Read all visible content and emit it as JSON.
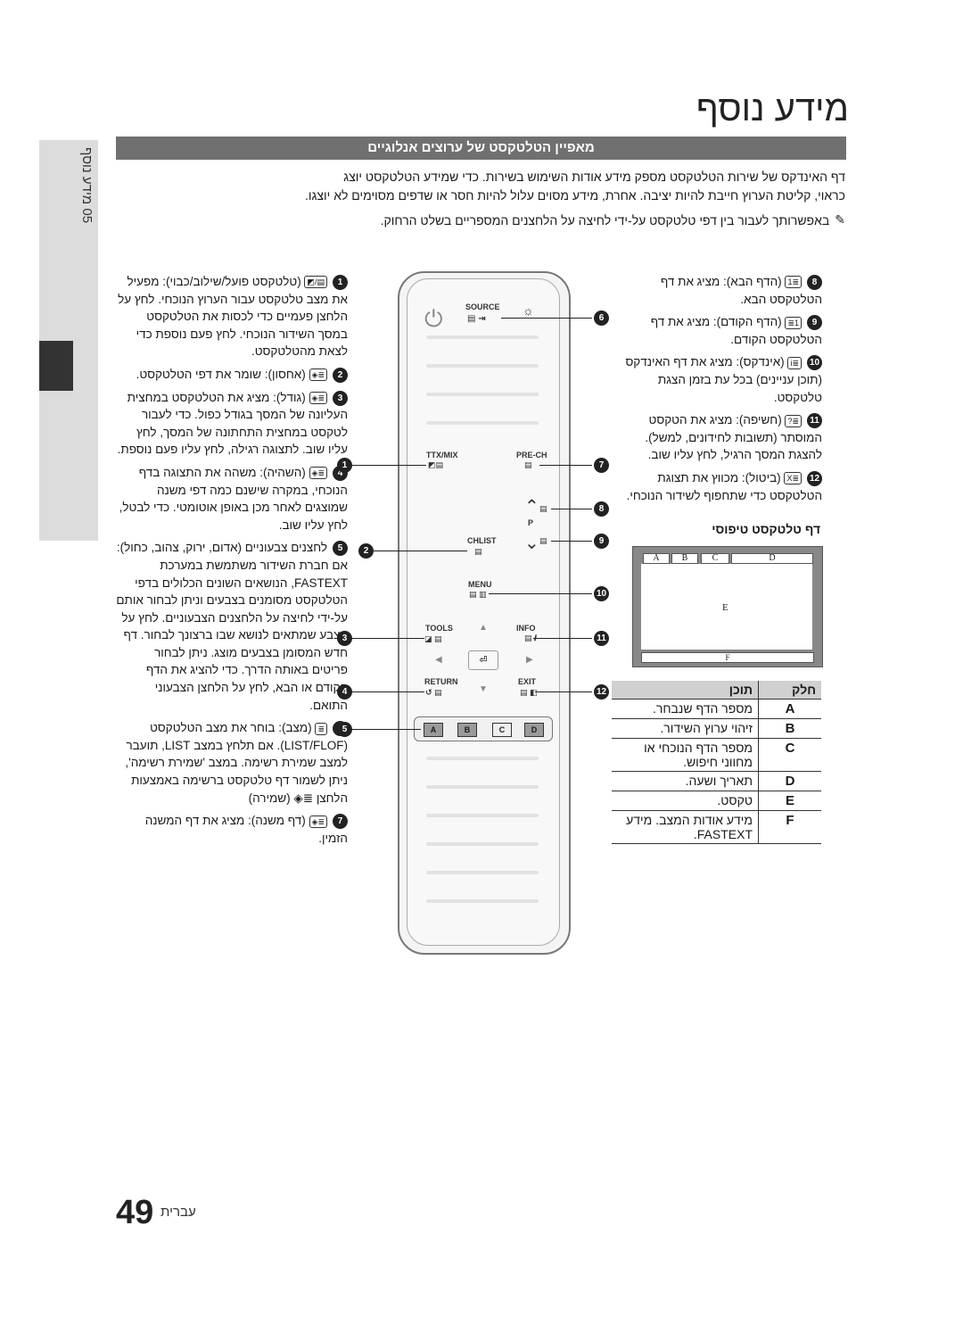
{
  "page": {
    "title": "מידע נוסף",
    "section_bar": "מאפיין הטלטקסט של ערוצים אנלוגיים",
    "intro_line1": "דף האינדקס של שירות הטלטקסט מספק מידע אודות השימוש בשירות. כדי שמידע הטלטקסט יוצג",
    "intro_line2": "כראוי, קליטת הערוץ חייבת להיות יציבה. אחרת, מידע מסוים עלול להיות חסר או שדפים מסוימים לא יוצגו.",
    "note": "באפשרותך לעבור בין דפי טלטקסט על-ידי לחיצה על הלחצנים המספריים בשלט הרחוק.",
    "side_tab_label": "05 מידע נוסף",
    "page_number": "49",
    "page_label": "עברית"
  },
  "left_items": [
    {
      "n": "1",
      "icon": "▤/◩",
      "text": "(טלטקסט פועל/שילוב/כבוי): מפעיל את מצב טלטקסט עבור הערוץ הנוכחי. לחץ על הלחצן פעמיים כדי לכסות את הטלטקסט במסך השידור הנוכחי. לחץ פעם נוספת כדי לצאת מהטלטקסט."
    },
    {
      "n": "2",
      "icon": "≣◈",
      "text": "(אחסון): שומר את דפי הטלטקסט."
    },
    {
      "n": "3",
      "icon": "≣◈",
      "text": "(גודל): מציג את הטלטקסט במחצית העליונה של המסך בגודל כפול. כדי לעבור לטקסט במחצית התחתונה של המסך, לחץ עליו שוב. לתצוגה רגילה, לחץ עליו פעם נוספת."
    },
    {
      "n": "4",
      "icon": "≣◈",
      "text": "(השהיה): משהה את התצוגה בדף הנוכחי, במקרה שישנם כמה דפי משנה שמוצגים לאחר מכן באופן אוטומטי. כדי לבטל, לחץ עליו שוב."
    },
    {
      "n": "5",
      "icon": "",
      "text": "לחצנים צבעוניים (אדום, ירוק, צהוב, כחול): אם חברת השידור משתמשת במערכת FASTEXT, הנושאים השונים הכלולים בדפי הטלטקסט מסומנים בצבעים וניתן לבחור אותם על-ידי לחיצה על הלחצנים הצבעוניים. לחץ על הצבע שמתאים לנושא שבו ברצונך לבחור. דף חדש המסומן בצבעים מוצג. ניתן לבחור פריטים באותה הדרך. כדי להציג את הדף הקודם או הבא, לחץ על הלחצן הצבעוני התואם."
    },
    {
      "n": "6",
      "icon": "≣",
      "text": "(מצב): בוחר את מצב הטלטקסט (LIST/FLOF). אם תלחץ במצב LIST, תועבר למצב שמירת רשימה. במצב 'שמירת רשימה', ניתן לשמור דף טלטקסט ברשימה באמצעות הלחצן ≣◈ (שמירה)"
    },
    {
      "n": "7",
      "icon": "≣◈",
      "text": "(דף משנה): מציג את דף המשנה הזמין."
    }
  ],
  "right_items": [
    {
      "n": "8",
      "icon": "≣1",
      "text": "(הדף הבא): מציג את דף הטלטקסט הבא."
    },
    {
      "n": "9",
      "icon": "1≣",
      "text": "(הדף הקודם): מציג את דף הטלטקסט הקודם."
    },
    {
      "n": "10",
      "icon": "≣i",
      "text": "(אינדקס): מציג את דף האינדקס (תוכן עניינים) בכל עת בזמן הצגת טלטקסט."
    },
    {
      "n": "11",
      "icon": "≣?",
      "text": "(חשיפה): מציג את הטקסט המוסתר (תשובות לחידונים, למשל). להצגת המסך הרגיל, לחץ עליו שוב."
    },
    {
      "n": "12",
      "icon": "≣X",
      "text": "(ביטול): מכווץ את תצוגת הטלטקסט כדי שתחפוף לשידור הנוכחי."
    }
  ],
  "remote": {
    "source": "SOURCE",
    "ttx_mix": "TTX/MIX",
    "pre_ch": "PRE-CH",
    "p": "P",
    "chlist": "CHLIST",
    "menu": "MENU",
    "tools": "TOOLS",
    "info": "INFO",
    "return": "RETURN",
    "exit": "EXIT",
    "colors": [
      "A",
      "B",
      "C",
      "D"
    ],
    "color_fills": [
      "#9a9a9a",
      "#9a9a9a",
      "#eeeeee",
      "#9a9a9a"
    ]
  },
  "callouts": {
    "left": [
      "1",
      "2",
      "3",
      "4",
      "5"
    ],
    "right": [
      "6",
      "7",
      "8",
      "9",
      "10",
      "11",
      "12"
    ]
  },
  "teletext": {
    "title": "דף טלטקסט טיפוסי",
    "labels": [
      "A",
      "B",
      "C",
      "D",
      "E",
      "F"
    ]
  },
  "table": {
    "header_part": "חלק",
    "header_content": "תוכן",
    "rows": [
      {
        "part": "A",
        "content": "מספר הדף שנבחר."
      },
      {
        "part": "B",
        "content": "זיהוי ערוץ השידור."
      },
      {
        "part": "C",
        "content": "מספר הדף הנוכחי או מחווני חיפוש."
      },
      {
        "part": "D",
        "content": "תאריך ושעה."
      },
      {
        "part": "E",
        "content": "טקסט."
      },
      {
        "part": "F",
        "content": "מידע אודות המצב. מידע FASTEXT."
      }
    ]
  }
}
